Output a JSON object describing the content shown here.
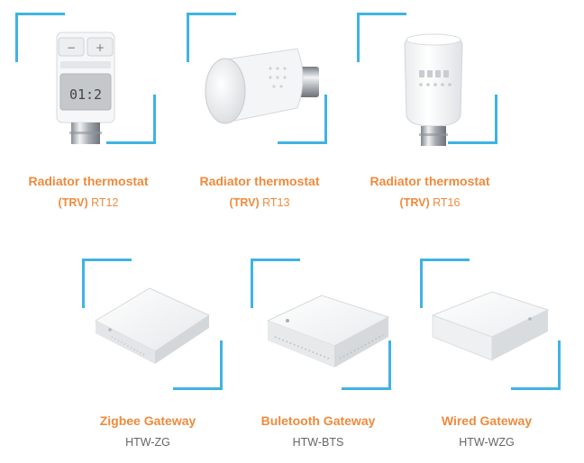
{
  "products": [
    {
      "id": "rt12",
      "title": "Radiator thermostat",
      "sub_prefix": "(TRV)",
      "sub_model": "RT12",
      "screen": "01:2"
    },
    {
      "id": "rt13",
      "title": "Radiator thermostat",
      "sub_prefix": "(TRV)",
      "sub_model": "RT13"
    },
    {
      "id": "rt16",
      "title": "Radiator thermostat",
      "sub_prefix": "(TRV)",
      "sub_model": "RT16"
    },
    {
      "id": "zg",
      "title": "Zigbee Gateway",
      "sub_model": "HTW-ZG"
    },
    {
      "id": "bts",
      "title": "Buletooth Gateway",
      "sub_model": "HTW-BTS"
    },
    {
      "id": "wzg",
      "title": "Wired Gateway",
      "sub_model": "HTW-WZG"
    }
  ],
  "colors": {
    "accent": "#3fb3e3",
    "title": "#ef8a3c",
    "model": "#666666"
  }
}
